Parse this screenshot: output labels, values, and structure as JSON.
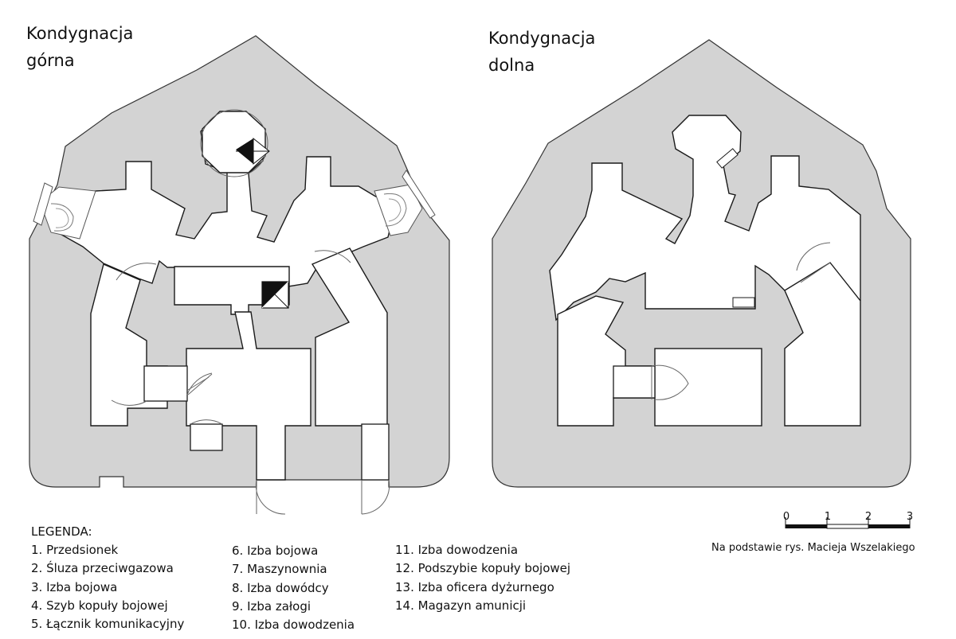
{
  "plans": {
    "upper_title_line1": "Kondygnacja",
    "upper_title_line2": "górna",
    "lower_title_line1": "Kondygnacja",
    "lower_title_line2": "dolna"
  },
  "legend": {
    "heading": "LEGENDA:",
    "col1": [
      "1. Przedsionek",
      "2. Śluza przeciwgazowa",
      "3. Izba bojowa",
      "4. Szyb kopuły bojowej",
      "5. Łącznik komunikacyjny"
    ],
    "col2": [
      "6. Izba bojowa",
      "7. Maszynownia",
      "8. Izba dowódcy",
      "9. Izba załogi",
      "10. Izba dowodzenia"
    ],
    "col3": [
      "11. Izba dowodzenia",
      "12. Podszybie kopuły bojowej",
      "13. Izba oficera dyżurnego",
      "14. Magazyn amunicji"
    ]
  },
  "scale": {
    "ticks": [
      "0",
      "1",
      "2",
      "3"
    ],
    "caption": "Na podstawie rys. Macieja Wszelakiego"
  },
  "colors": {
    "concrete": "#d3d3d3",
    "wall_line": "#1a1a1a",
    "room": "#ffffff"
  }
}
